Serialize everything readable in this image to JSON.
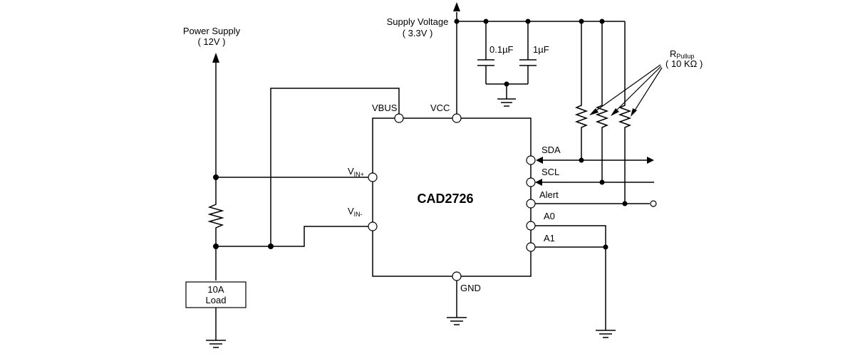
{
  "labels": {
    "power_supply": "Power Supply",
    "power_supply_value": "( 12V )",
    "supply_voltage": "Supply Voltage",
    "supply_voltage_value": "( 3.3V )",
    "cap1": "0.1µF",
    "cap2": "1µF",
    "rpullup_r": "R",
    "rpullup_sub": "Pullup",
    "rpullup_value": "( 10 KΩ )",
    "load_line1": "10A",
    "load_line2": "Load",
    "chip": "CAD2726",
    "gnd": "GND"
  },
  "pins": {
    "vbus": "VBUS",
    "vcc": "VCC",
    "vin_plus_main": "V",
    "vin_plus_sub": "IN+",
    "vin_minus_main": "V",
    "vin_minus_sub": "IN-",
    "sda": "SDA",
    "scl": "SCL",
    "alert": "Alert",
    "a0": "A0",
    "a1": "A1"
  }
}
